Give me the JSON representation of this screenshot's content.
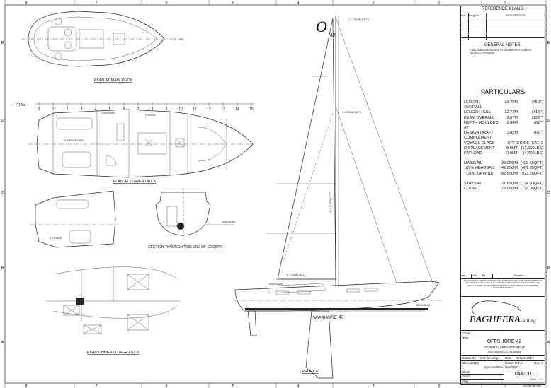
{
  "grid": {
    "columns": [
      "8",
      "7",
      "6",
      "5",
      "4",
      "3",
      "2",
      "1"
    ],
    "rows": [
      "E",
      "D",
      "C",
      "B",
      "A"
    ]
  },
  "views": {
    "main_deck": "PLAN AT MAIN DECK",
    "lower_deck": "PLAN AT LOWER DECK",
    "section": "SECTION THROUGH FWD END OF COCKPIT",
    "under_lower_deck": "PLAN UNDER LOWER DECK",
    "profile": "PROFILE"
  },
  "frame_scale": {
    "prefix": "FR No",
    "frames": [
      "0",
      "1",
      "2",
      "3",
      "4",
      "5",
      "6",
      "7",
      "8",
      "9",
      "10",
      "11",
      "12",
      "13",
      "14",
      "15"
    ]
  },
  "labels": {
    "equipment_bay": "EQUIPMENT BAY",
    "locker": "LOCKER",
    "cupboard": "CUPBOARD",
    "storage": "STORAGE",
    "design_wl": "DESIGN WL",
    "hull_name": "OFFSHORE 42",
    "sail_logo": "O",
    "sail_logo_sub": "42",
    "i_dim": "I = 15.63M (51'3\")",
    "j_dim": "J = 5.00M (16'5\")",
    "p_dim": "P = 14.50M (47'7\")",
    "e_dim": "E = 4.60M (15'1\")",
    "dwl_label": "0L DWL",
    "portlights": "PORTLIGHTS"
  },
  "title_block": {
    "reference_plans": "REFERENCE PLANS:",
    "ref_headers": [
      "No.",
      "Dwg No.",
      "DESCRIPTION"
    ],
    "general_notes_title": "GENERAL NOTES:",
    "general_notes": "1. ALL DIMENSIONS ARE IN MILLIMETERS UNLESS NOTED OTHERWISE.",
    "particulars_title": "PARTICULARS",
    "particulars": [
      {
        "label": "LENGTH OVERALL",
        "metric": "13.76M",
        "imperial": "(45'1\")"
      },
      {
        "label": "LENGTH HULL",
        "metric": "12.72M",
        "imperial": "(41'9\")"
      },
      {
        "label": "BEAM OVERALL",
        "metric": "3.67M",
        "imperial": "(12'0\")"
      },
      {
        "label": "DEPTH MOULDED AT",
        "metric": "2.64M",
        "imperial": "(8'8\")"
      },
      {
        "label": "DESIGN DRAFT",
        "metric": "1.82M",
        "imperial": "(6'0\")"
      },
      {
        "label": "COMPLEMENT",
        "metric": "",
        "imperial": ""
      },
      {
        "label": "VOYAGE CLASS",
        "metric": "OFFSHORE, CAT. 0",
        "imperial": ""
      },
      {
        "label": "DISPLACEMENT",
        "metric": "8.0MT",
        "imperial": "(17,600LBS)"
      },
      {
        "label": "PAYLOAD",
        "metric": "2.0MT",
        "imperial": "(4,400LBS)"
      },
      {
        "label": "",
        "metric": "",
        "imperial": ""
      },
      {
        "label": "MAINSAIL",
        "metric": "39.95QM",
        "imperial": "(429.55QFT)"
      },
      {
        "label": "105% HEADSAIL",
        "metric": "42.95QM",
        "imperial": "(461.85QFT)"
      },
      {
        "label": "TOTAL UPWIND",
        "metric": "82.85QM",
        "imperial": "(923.55QFT)"
      },
      {
        "label": "",
        "metric": "",
        "imperial": ""
      },
      {
        "label": "STAYSAIL",
        "metric": "11.65QM",
        "imperial": "(124.93QFT)"
      },
      {
        "label": "CODE0",
        "metric": "72.05QM",
        "imperial": "(775.05QFT)"
      }
    ],
    "rev_headers": [
      "Rev",
      "Date",
      "By",
      "Remarks"
    ],
    "notice": "THIS DRAWING, DESIGN CONCEPT AND SPECIFICATIONS ARE THE PROPERTY OF BAGHEERA-SAILING AND SHALL NOT BE COPIED IN ANY MANNER USED FOR MANUFACTURE OR TRANSMITTED WITHOUT THE WRITTEN CONSENT OF BAGHEERA-SAILING",
    "logo_text": "BAGHEERA",
    "logo_sub": "-sailing",
    "client_label": "Client:",
    "client_value": "-",
    "title_label": "Title:",
    "title_main": "OFFSHORE 42",
    "title_sub1": "GENERAL ARRANGEMENT",
    "title_sub2": "OFFSHORE CRUISER",
    "drawn_by_label": "Drawn By:",
    "drawn_by": "Erik de Jong",
    "date_label": "Date:",
    "date": "08 Nov 2013",
    "checked_label": "Checked By:",
    "scale_label": "Scale: N.T.S.",
    "rev_label": "Rev: 0",
    "approval_label": "Approval/Rev",
    "dwg_no_label": "DWG NO:",
    "dwg_no": "044-001",
    "client2": "Client",
    "class": "Class",
    "flag": "Flag",
    "sheet": "Sheet 1 of 1",
    "sheet_size": "A1 SHT METRIC"
  }
}
